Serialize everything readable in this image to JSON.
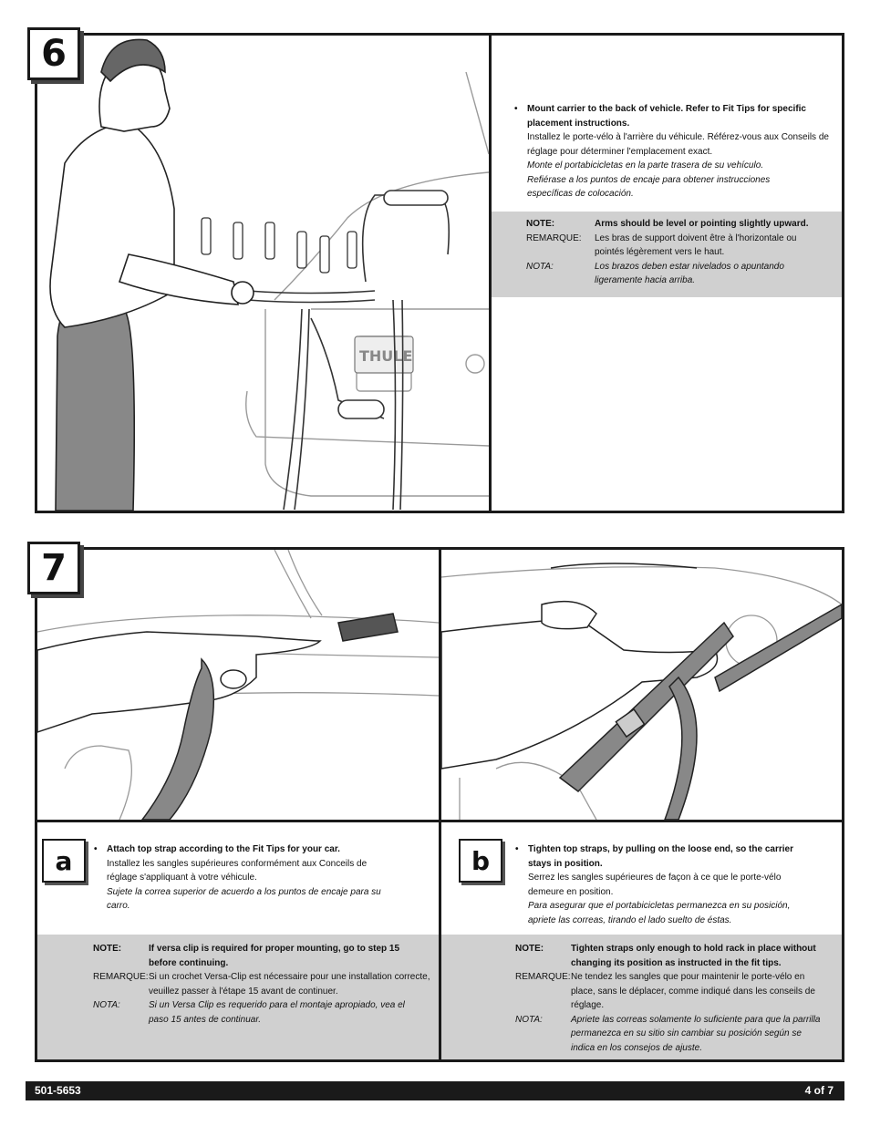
{
  "step6": {
    "number": "6",
    "bullet_en": "Mount carrier to the back of vehicle. Refer to Fit Tips for specific placement instructions.",
    "bullet_fr": "Installez le porte-vélo à l'arrière du véhicule. Référez-vous aux Conseils de réglage pour déterminer l'emplacement exact.",
    "bullet_es": "Monte el portabicicletas en la parte trasera de su vehículo. Refiérase a los puntos de encaje para obtener instrucciones específicas de colocación.",
    "note": {
      "en_label": "NOTE:",
      "en_text": "Arms should be level or pointing slightly upward.",
      "fr_label": "REMARQUE:",
      "fr_text": "Les bras de support doivent être à l'horizontale ou pointés légèrement vers le haut.",
      "es_label": "NOTA:",
      "es_text": "Los brazos deben estar nivelados o apuntando ligeramente hacia arriba."
    },
    "logo_text": "THULE"
  },
  "step7": {
    "number": "7",
    "a": {
      "letter": "a",
      "bullet_en": "Attach top strap according to the Fit Tips for your car.",
      "bullet_fr": "Installez les sangles supérieures conformément aux Conceils de réglage s'appliquant à votre véhicule.",
      "bullet_es": "Sujete la correa superior de acuerdo a los puntos de encaje para su carro.",
      "note": {
        "en_label": "NOTE:",
        "en_text": "If versa clip is required for proper mounting, go to step 15 before continuing.",
        "fr_label": "REMARQUE:",
        "fr_text": "Si un crochet Versa-Clip est nécessaire pour une installation correcte, veuillez passer à l'étape 15 avant de continuer.",
        "es_label": "NOTA:",
        "es_text": "Si un Versa Clip es requerido para el montaje apropiado, vea el paso 15 antes de continuar."
      }
    },
    "b": {
      "letter": "b",
      "bullet_en": "Tighten top straps, by pulling on the loose end, so the carrier stays in position.",
      "bullet_fr": "Serrez les sangles supérieures de façon à ce que le porte-vélo demeure en position.",
      "bullet_es": "Para asegurar que el portabicicletas permanezca en su posición, apriete las correas, tirando el lado suelto de éstas.",
      "note": {
        "en_label": "NOTE:",
        "en_text": "Tighten straps only enough to hold rack in place without changing its position as instructed in the fit tips.",
        "fr_label": "REMARQUE:",
        "fr_text": "Ne tendez les sangles que pour maintenir le porte-vélo en place, sans le déplacer, comme indiqué dans les conseils de réglage.",
        "es_label": "NOTA:",
        "es_text": "Apriete las correas solamente lo suficiente para que la parrilla permanezca en su sitio sin cambiar su posición según se indica en los consejos de ajuste."
      }
    }
  },
  "footer": {
    "part_number": "501-5653",
    "page": "4 of 7"
  },
  "icons": [
    "bullet-icon"
  ]
}
